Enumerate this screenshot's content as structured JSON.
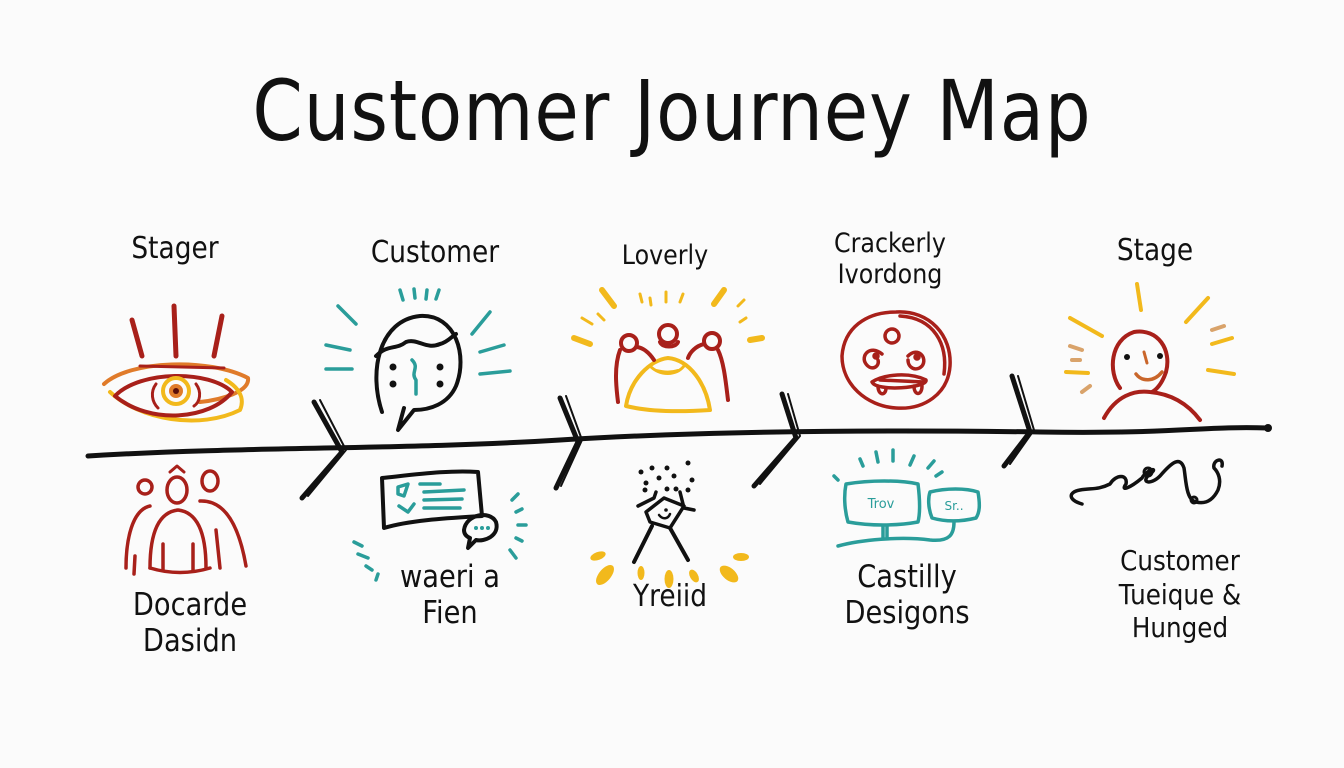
{
  "title": "Customer Journey Map",
  "colors": {
    "background": "#fbfbfb",
    "ink": "#111111",
    "red": "#a8201a",
    "orange": "#e07b2a",
    "yellow": "#f2b91c",
    "teal": "#2a9d9a",
    "tan": "#d9a36b"
  },
  "stages": [
    {
      "top_label": "Stager",
      "top_icon": "eye-icon",
      "bottom_icon": "group-of-people-icon",
      "bottom_label": "Docarde\nDasidn"
    },
    {
      "top_label": "Customer",
      "top_icon": "thinking-face-speech-icon",
      "bottom_icon": "checklist-chat-icon",
      "bottom_label": "waeri a\nFien"
    },
    {
      "top_label": "Loverly",
      "top_icon": "happy-group-icon",
      "bottom_icon": "celebrating-person-icon",
      "bottom_label": "Yreiid"
    },
    {
      "top_label": "Crackerly\nIvordong",
      "top_icon": "shocked-face-icon",
      "bottom_icon": "connected-screens-icon",
      "bottom_label": "Castilly\nDesigons",
      "screen_texts": [
        "Trov",
        "Sr.."
      ]
    },
    {
      "top_label": "Stage",
      "top_icon": "smiling-sun-person-icon",
      "bottom_icon": "squiggle-path-icon",
      "bottom_label": "Customer\nTueique &\nHunged"
    }
  ]
}
